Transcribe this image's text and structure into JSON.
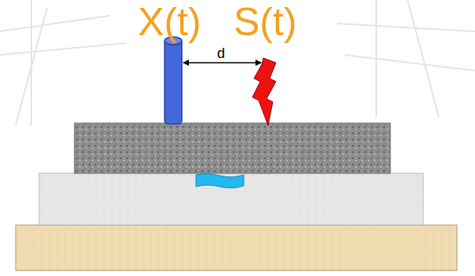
{
  "diagram": {
    "labels": [
      "X(t)",
      "S(t)",
      "d"
    ]
  }
}
